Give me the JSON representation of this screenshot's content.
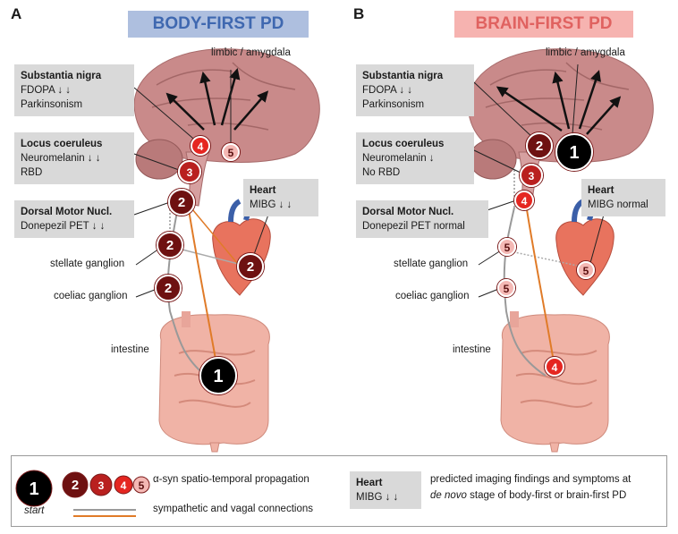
{
  "panels": {
    "a": {
      "letter": "A",
      "title": "BODY-FIRST PD",
      "limbic": "limbic / amygdala",
      "sn": {
        "title": "Substantia nigra",
        "line1": "FDOPA ↓ ↓",
        "line2": "Parkinsonism"
      },
      "lc": {
        "title": "Locus coeruleus",
        "line1": "Neuromelanin ↓ ↓",
        "line2": "RBD"
      },
      "dmn": {
        "title": "Dorsal Motor Nucl.",
        "line1": "Donepezil PET ↓ ↓"
      },
      "heart": {
        "title": "Heart",
        "line1": "MIBG ↓ ↓"
      },
      "stellate": "stellate ganglion",
      "coeliac": "coeliac ganglion",
      "intestine": "intestine",
      "nodes": {
        "sn": "4",
        "amyg": "5",
        "lc": "3",
        "dmn": "2",
        "stellate": "2",
        "coeliac": "2",
        "heart": "2",
        "intestine": "1"
      }
    },
    "b": {
      "letter": "B",
      "title": "BRAIN-FIRST PD",
      "limbic": "limbic / amygdala",
      "sn": {
        "title": "Substantia nigra",
        "line1": "FDOPA ↓ ↓",
        "line2": "Parkinsonism"
      },
      "lc": {
        "title": "Locus coeruleus",
        "line1": "Neuromelanin ↓",
        "line2": "No RBD"
      },
      "dmn": {
        "title": "Dorsal Motor Nucl.",
        "line1": "Donepezil PET normal"
      },
      "heart": {
        "title": "Heart",
        "line1": "MIBG normal"
      },
      "stellate": "stellate ganglion",
      "coeliac": "coeliac ganglion",
      "intestine": "intestine",
      "nodes": {
        "sn": "2",
        "amyg": "1",
        "lc": "3",
        "dmn": "4",
        "stellate": "5",
        "coeliac": "5",
        "heart": "5",
        "intestine": "4"
      }
    }
  },
  "legend": {
    "start_number": "1",
    "start_label": "start",
    "stage_numbers": [
      "2",
      "3",
      "4",
      "5"
    ],
    "propagation": "α-syn spatio-temporal propagation",
    "connections": "sympathetic and vagal connections",
    "heart_title": "Heart",
    "heart_line": "MIBG ↓ ↓",
    "prediction_line1": "predicted imaging findings and symptoms at",
    "prediction_line2_italic": "de novo",
    "prediction_line2_rest": " stage of body-first or brain-first PD"
  },
  "colors": {
    "stage1": "#000000",
    "stage2": "#6e1111",
    "stage3": "#b9201f",
    "stage4": "#e52621",
    "stage5": "#f4b8b4",
    "sympathetic_line": "#9a9a9a",
    "vagal_line": "#e07b28",
    "body_title_bg": "#aebfdf",
    "brain_title_bg": "#f6b3b0"
  }
}
